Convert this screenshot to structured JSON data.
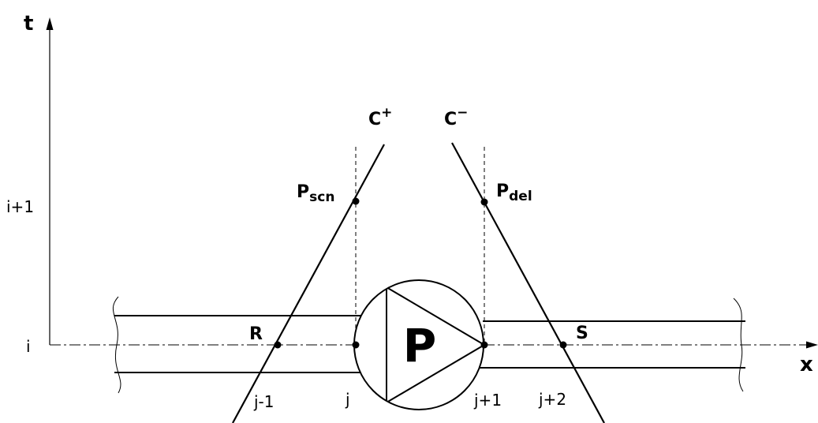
{
  "axes": {
    "t_label": "t",
    "x_label": "x",
    "t_ticks": [
      "i+1",
      "i"
    ],
    "x_ticks": [
      "j-1",
      "j",
      "j+1",
      "j+2"
    ]
  },
  "characteristics": {
    "c_plus": {
      "main": "C",
      "sup": "+"
    },
    "c_minus": {
      "main": "C",
      "sup": "−"
    }
  },
  "points": {
    "R": "R",
    "S": "S",
    "p_scn": {
      "main": "P",
      "sub": "scn"
    },
    "p_del": {
      "main": "P",
      "sub": "del"
    }
  },
  "pump": {
    "label": "P"
  }
}
